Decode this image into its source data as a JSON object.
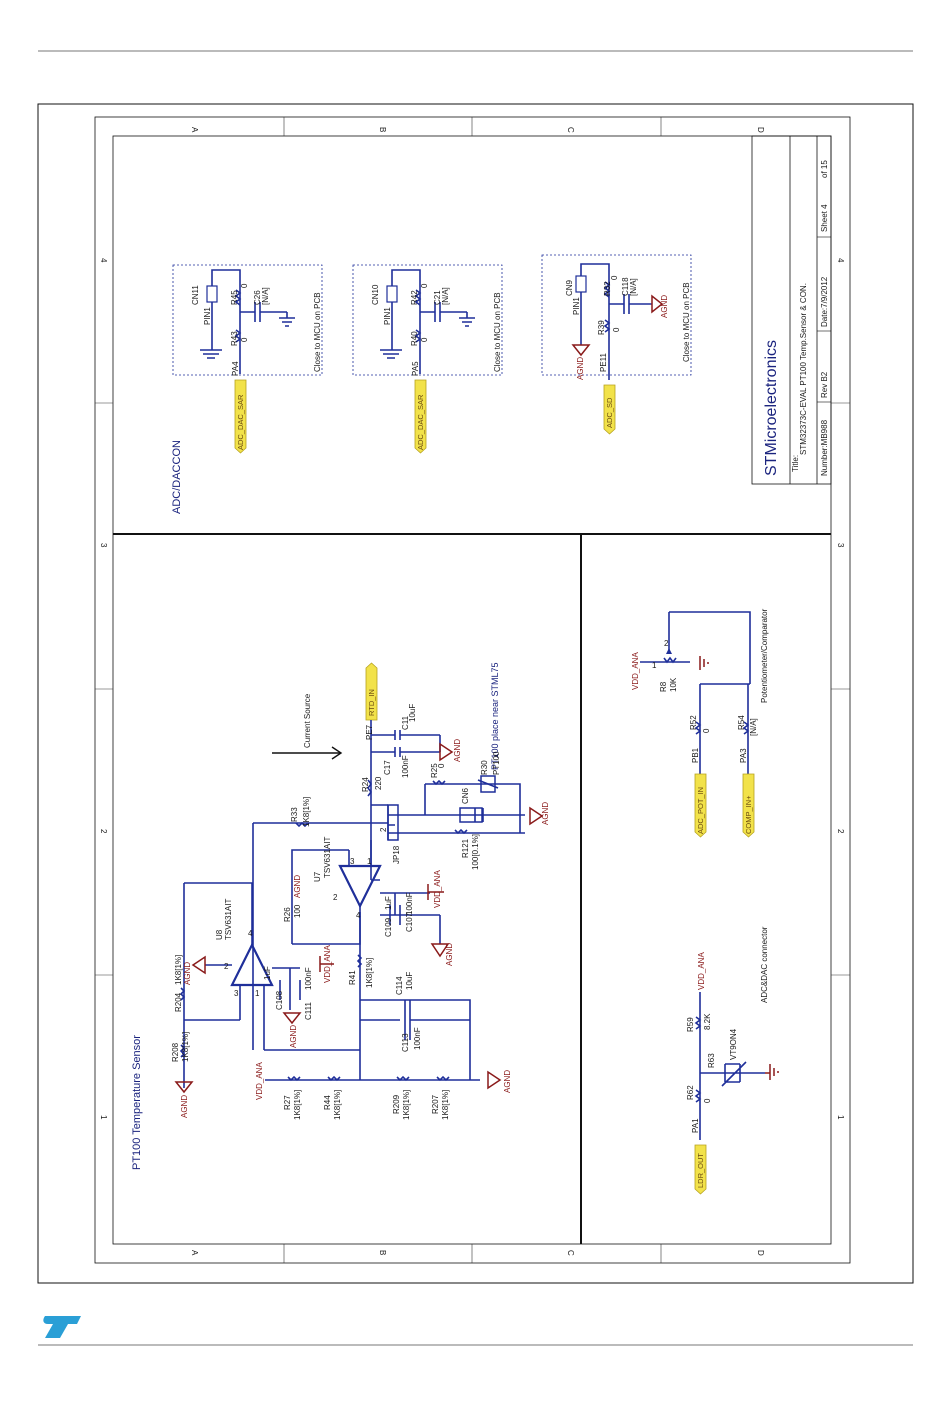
{
  "page": {
    "logo_text": "ST"
  },
  "frame": {
    "cols_top": [
      "A",
      "B",
      "C",
      "D"
    ],
    "cols_bottom": [
      "A",
      "B",
      "C",
      "D"
    ],
    "rows_left": [
      "4",
      "3",
      "2",
      "1"
    ],
    "rows_right": [
      "4",
      "3",
      "2",
      "1"
    ]
  },
  "title_block": {
    "company": "STMicroelectronics",
    "title_prefix": "Title:",
    "title": "STM32373C-EVAL PT100 Temp.Sensor & CON.",
    "number": "Number:MB988",
    "rev": "Rev B2",
    "date": "Date:7/9/2012",
    "sheet": "Sheet 4",
    "of": "of 15"
  },
  "sections": {
    "adc": "ADC/DACCON",
    "pt100": "PT100 Temperature Sensor",
    "pot": "Potentiometer/Comparator",
    "adcconn": "ADC&DAC connector",
    "current": "Current Source",
    "pt100note": "PT100 place near STML75"
  },
  "conn1": {
    "cn": "CN11",
    "pin": "PIN1",
    "r1": "R45",
    "r1v": "0",
    "c": "C26",
    "cv": "[N/A]",
    "r2": "R43",
    "r2v": "0",
    "pa": "PA4",
    "net": "ADC_DAC_SAR",
    "note": "Close to MCU on PCB"
  },
  "conn2": {
    "cn": "CN10",
    "pin": "PIN1",
    "r1": "R42",
    "r1v": "0",
    "c": "C21",
    "cv": "[N/A]",
    "r2": "R40",
    "r2v": "0",
    "pa": "PA5",
    "net": "ADC_DAC_SAR",
    "note": "Close to MCU on PCB"
  },
  "conn3": {
    "cn": "CN9",
    "pin": "PIN1",
    "r1": "R32",
    "r1v": "0",
    "c": "C118",
    "cv": "[N/A]",
    "r2": "R39",
    "r2v": "0",
    "pa": "PE11",
    "net": "ADC_SD",
    "gnd": "AGND",
    "gnd2": "AGND",
    "note": "Close to MCU on PCB"
  },
  "pt": {
    "rtd": "RTD_IN",
    "pe": "PE7",
    "c11": "C11",
    "c11v": "10uF",
    "c17": "C17",
    "c17v": "100nF",
    "agnd1": "AGND",
    "r24": "R24",
    "r24v": "220",
    "r25": "R25",
    "r25v": "0",
    "r30": "R30",
    "r30v": "PT100",
    "cn6": "CN6",
    "r121": "R121",
    "r121v": "100[0.1%]",
    "agnd2": "AGND",
    "jp18": "JP18",
    "jp_pin2": "2",
    "r33": "R33",
    "r33v": "1K8[1%]",
    "u7": "U7",
    "u7v": "TSV631AIT",
    "u7p3": "3",
    "u7p1": "1",
    "u7p2": "2",
    "u7p4": "4",
    "vdd1": "VDD_ANA",
    "c109": "C109",
    "c109v": "1uF",
    "c107": "C107",
    "c107v": "100nF",
    "agnd3": "AGND",
    "r26": "R26",
    "r26v": "100",
    "agnd4": "AGND",
    "u8": "U8",
    "u8v": "TSV631AIT",
    "u8p4": "4",
    "u8p2": "2",
    "u8p3": "3",
    "u8p1": "1",
    "agnd5": "AGND",
    "vdd2": "VDD_ANA",
    "c108": "C108",
    "c108v": "1uF",
    "c111": "C111",
    "c111v": "100nF",
    "agnd6": "AGND",
    "r204": "R204",
    "r204v": "1K8[1%]",
    "r41": "R41",
    "r41v": "1K8[1%]",
    "c114": "C114",
    "c114v": "10uF",
    "c113": "C113",
    "c113v": "100nF",
    "r208": "R208",
    "r208v": "1K8[1%]",
    "agnd7": "AGND",
    "vdd3": "VDD_ANA",
    "r27": "R27",
    "r27v": "1K8[1%]",
    "r44": "R44",
    "r44v": "1K8[1%]",
    "r209": "R209",
    "r209v": "1K8[1%]",
    "r207": "R207",
    "r207v": "1K8[1%]",
    "agnd8": "AGND"
  },
  "pot": {
    "vdd": "VDD_ANA",
    "p1": "1",
    "p2": "2",
    "r8": "R8",
    "r8v": "10K",
    "r52": "R52",
    "r52v": "0",
    "r54": "R54",
    "r54v": "[N/A]",
    "pb": "PB1",
    "pa": "PA3",
    "net1": "ADC_POT_IN",
    "net2": "COMP_IN+"
  },
  "ldr": {
    "vdd": "VDD_ANA",
    "r59": "R59",
    "r59v": "8.2K",
    "r63": "R63",
    "r63v": "VT9ON4",
    "r62": "R62",
    "r62v": "0",
    "pa": "PA1",
    "net": "LDR_OUT"
  }
}
